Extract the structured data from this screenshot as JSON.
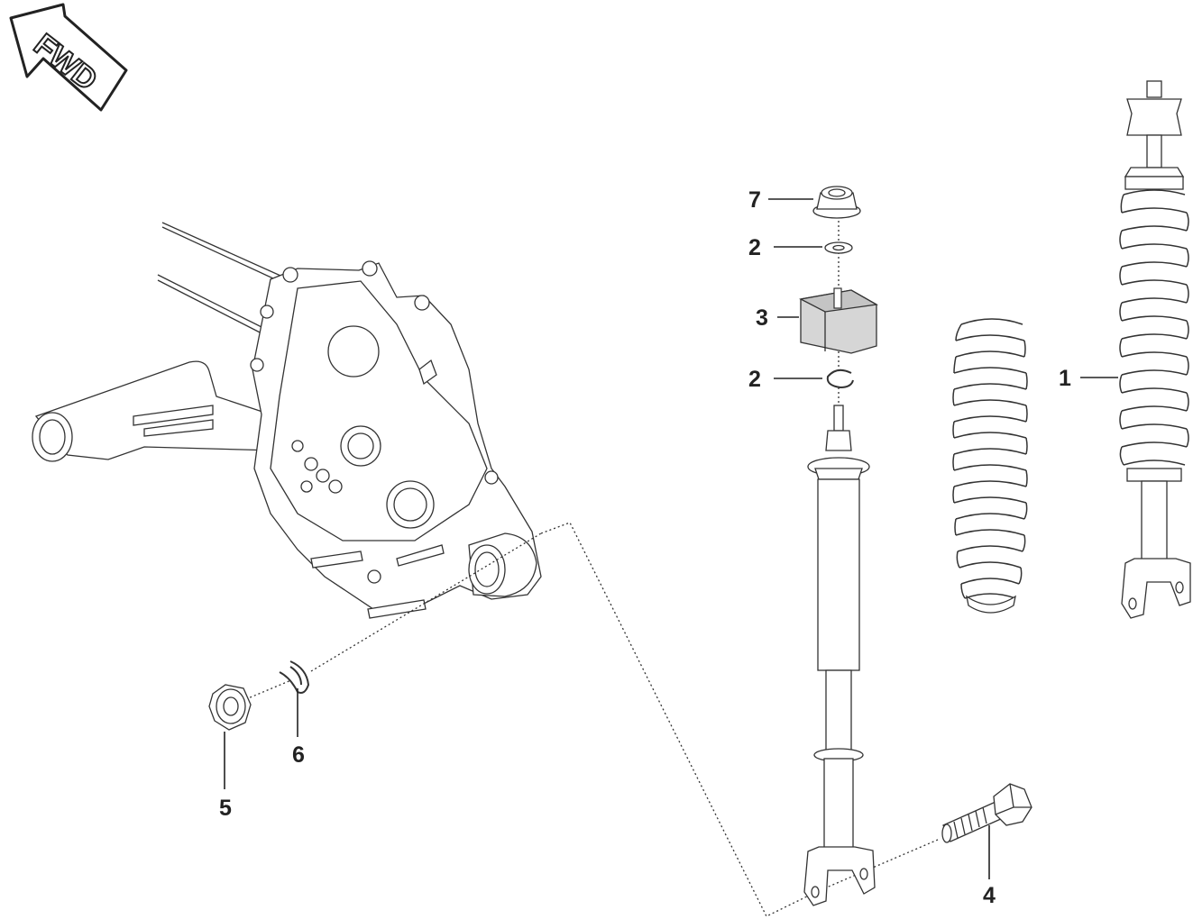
{
  "badge": {
    "label": "FWD"
  },
  "callouts": [
    {
      "id": "7",
      "text": "7"
    },
    {
      "id": "2a",
      "text": "2"
    },
    {
      "id": "3",
      "text": "3"
    },
    {
      "id": "2b",
      "text": "2"
    },
    {
      "id": "1",
      "text": "1"
    },
    {
      "id": "6",
      "text": "6"
    },
    {
      "id": "5",
      "text": "5"
    },
    {
      "id": "4",
      "text": "4"
    }
  ],
  "colors": {
    "line": "#333333",
    "bushing": "#d6d6d6",
    "spring": "#ffffff"
  }
}
